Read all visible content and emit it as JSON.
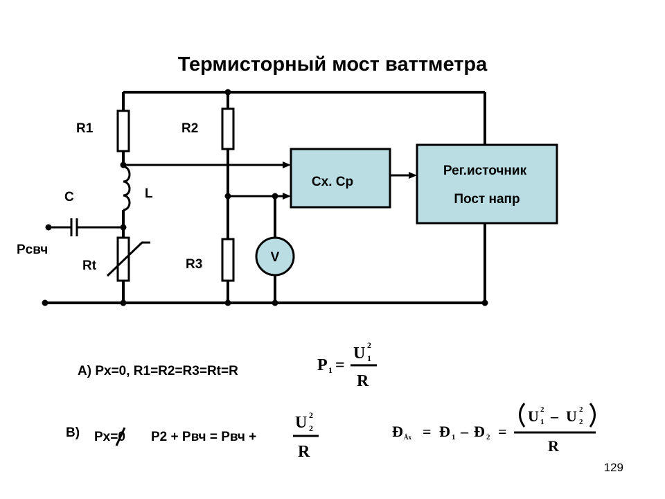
{
  "title": "Термисторный мост ваттметра",
  "labels": {
    "r1": "R1",
    "r2": "R2",
    "r3": "R3",
    "rt": "Rt",
    "l": "L",
    "c": "C",
    "p_svch": "Pсвч",
    "v": "V"
  },
  "blocks": {
    "comparator": "Сх. Ср",
    "regulator_line1": "Рег.источник",
    "regulator_line2": "Пост напр"
  },
  "formula_a": {
    "text": "А) Px=0, R1=R2=R3=Rt=R",
    "lhs": "P",
    "lhs_sub": "1",
    "eq": "=",
    "num": "U",
    "num_sub": "1",
    "num_sup": "2",
    "den": "R"
  },
  "formula_b": {
    "label": "В)",
    "cond": "Px=0",
    "expr": "P2 + Pвч = Pвч +",
    "num": "U",
    "num_sub": "2",
    "num_sup": "2",
    "den": "R"
  },
  "formula_c": {
    "lhs": "Ð",
    "lhs_sub": "Âx",
    "eq1": "=",
    "t1": "Ð",
    "t1_sub": "1",
    "minus": "–",
    "t2": "Ð",
    "t2_sub": "2",
    "eq2": "=",
    "u1": "U",
    "u1_sub": "1",
    "u1_sup": "2",
    "u2": "U",
    "u2_sub": "2",
    "u2_sup": "2",
    "den": "R"
  },
  "page_number": "129"
}
